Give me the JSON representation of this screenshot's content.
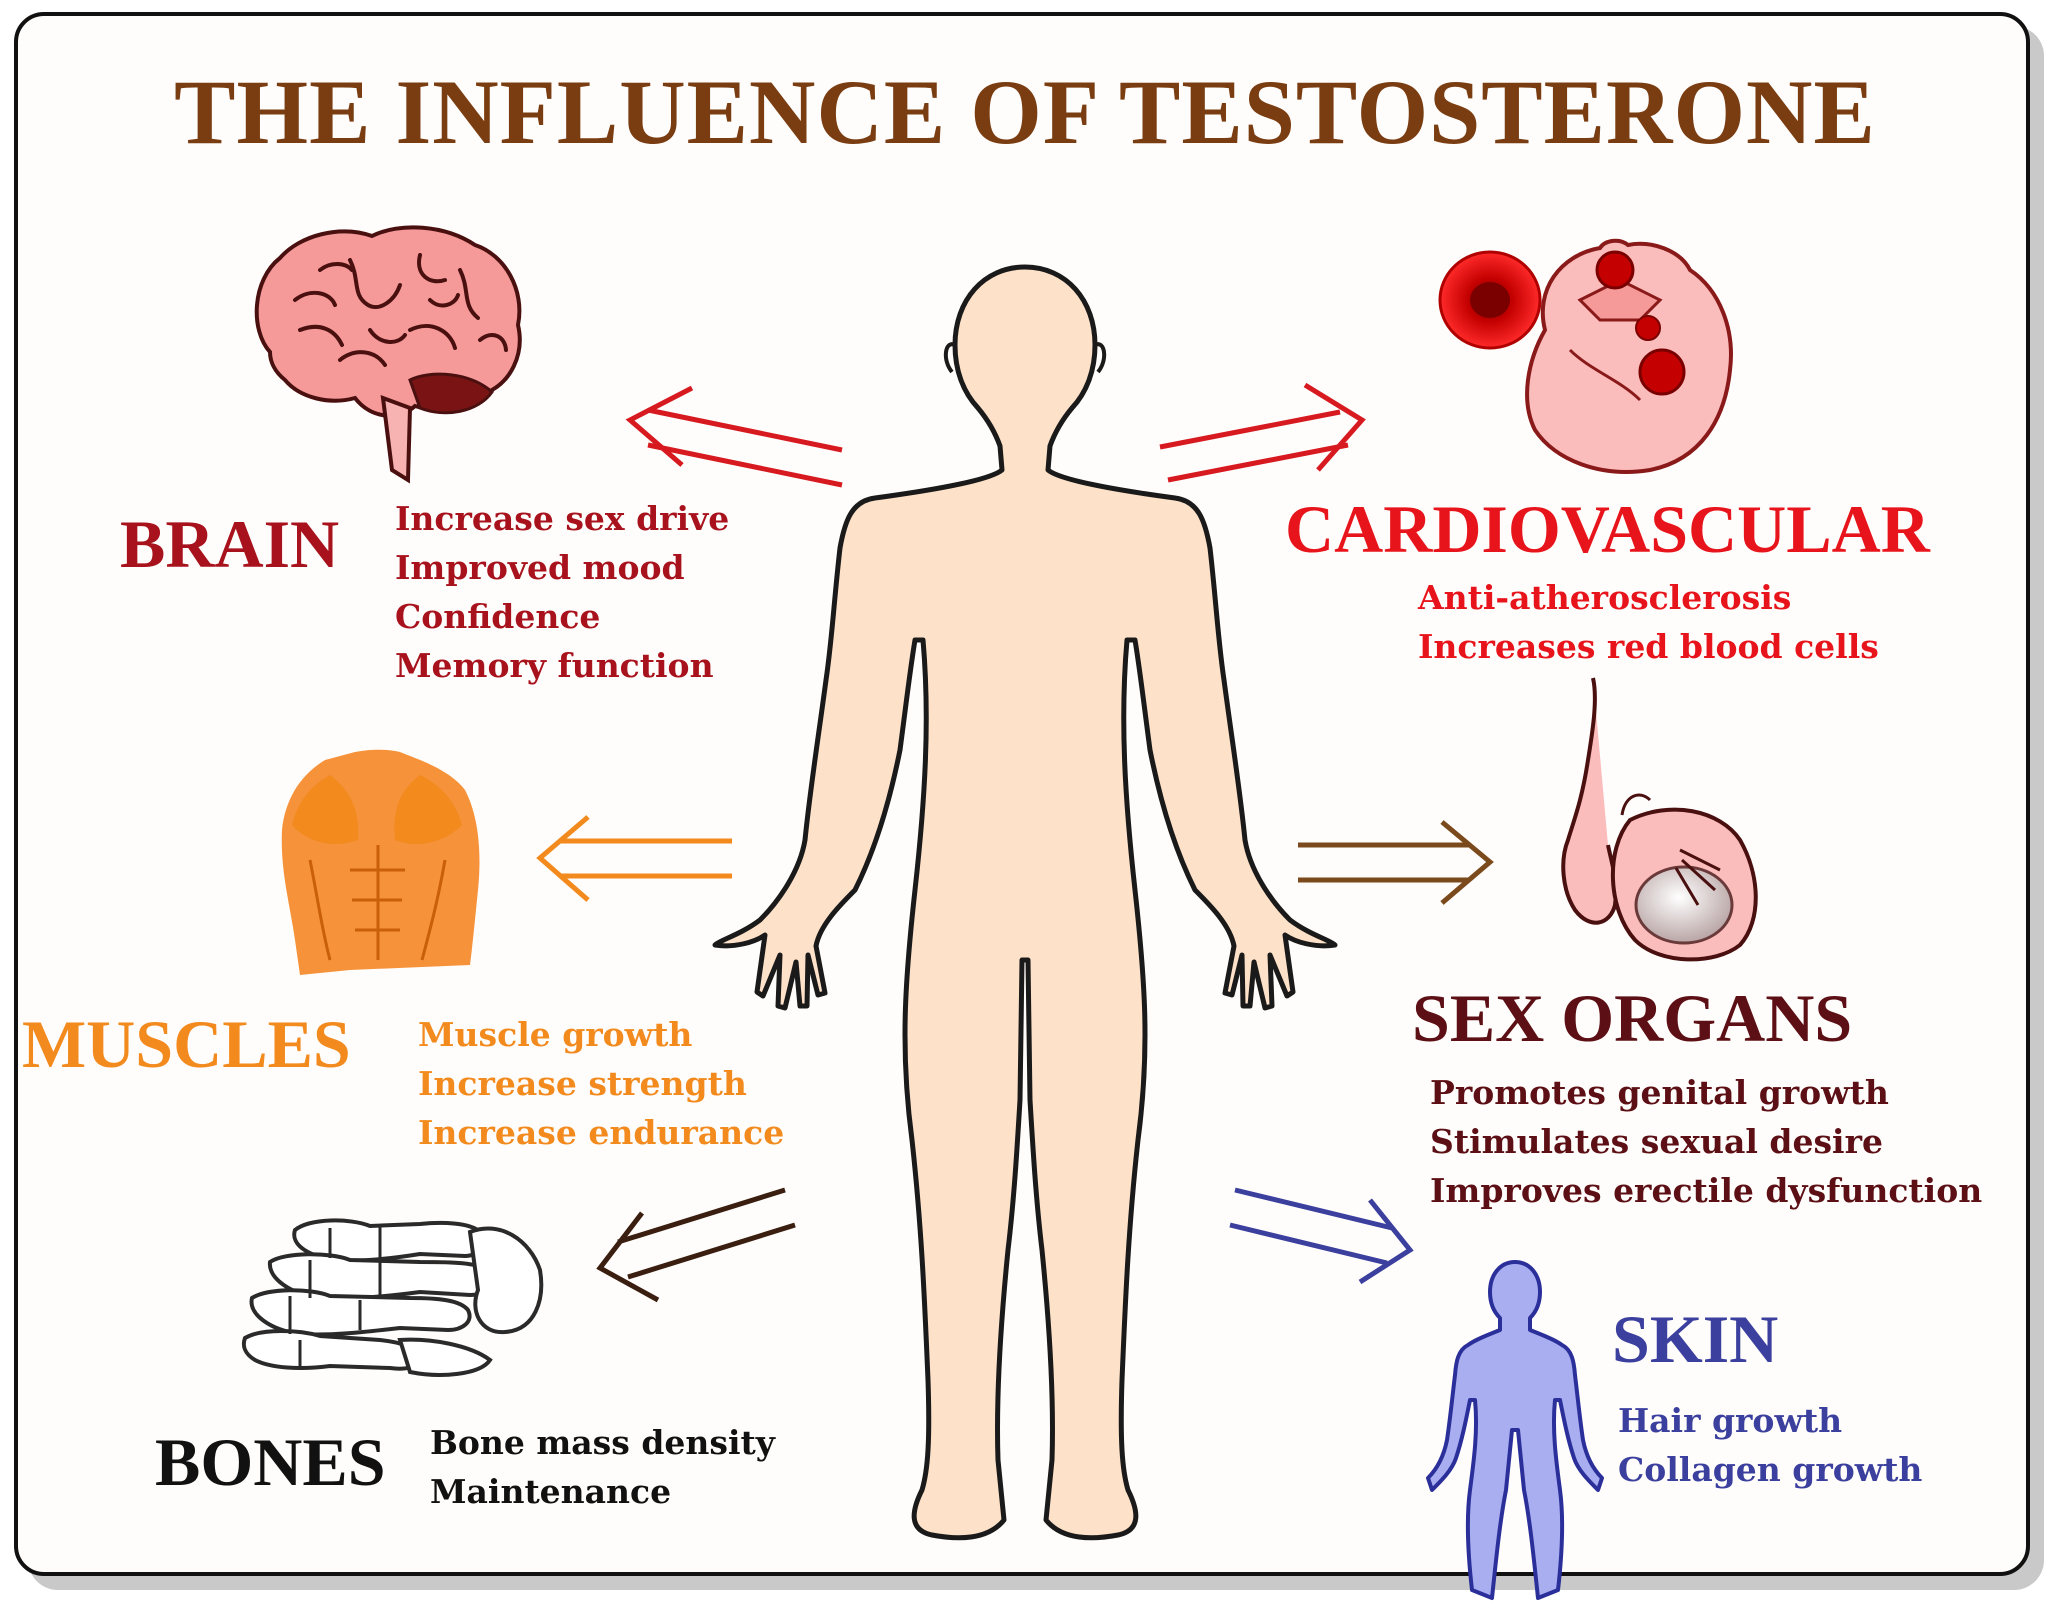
{
  "title": "THE INFLUENCE OF TESTOSTERONE",
  "colors": {
    "title": "#7a3d12",
    "brain": "#a8121c",
    "cardiovascular": "#e8141b",
    "muscles": "#f28a1e",
    "sex_organs": "#5c0f14",
    "bones": "#111111",
    "skin": "#3b3f9e",
    "body_fill": "#fde1c8"
  },
  "sections": {
    "brain": {
      "label": "BRAIN",
      "icon": "brain-icon",
      "effects": [
        "Increase sex drive",
        "Improved mood",
        "Confidence",
        "Memory function"
      ]
    },
    "cardiovascular": {
      "label": "CARDIOVASCULAR",
      "icon": "heart-icon",
      "effects": [
        "Anti-atherosclerosis",
        "Increases red blood cells"
      ]
    },
    "muscles": {
      "label": "MUSCLES",
      "icon": "torso-muscle-icon",
      "effects": [
        "Muscle growth",
        "Increase strength",
        "Increase endurance"
      ]
    },
    "sex_organs": {
      "label": "SEX ORGANS",
      "icon": "testis-icon",
      "effects": [
        "Promotes genital growth",
        "Stimulates sexual desire",
        "Improves erectile dysfunction"
      ]
    },
    "bones": {
      "label": "BONES",
      "icon": "hand-bones-icon",
      "effects": [
        "Bone mass density",
        "Maintenance"
      ]
    },
    "skin": {
      "label": "SKIN",
      "icon": "blue-body-icon",
      "effects": [
        "Hair growth",
        "Collagen growth"
      ]
    }
  }
}
